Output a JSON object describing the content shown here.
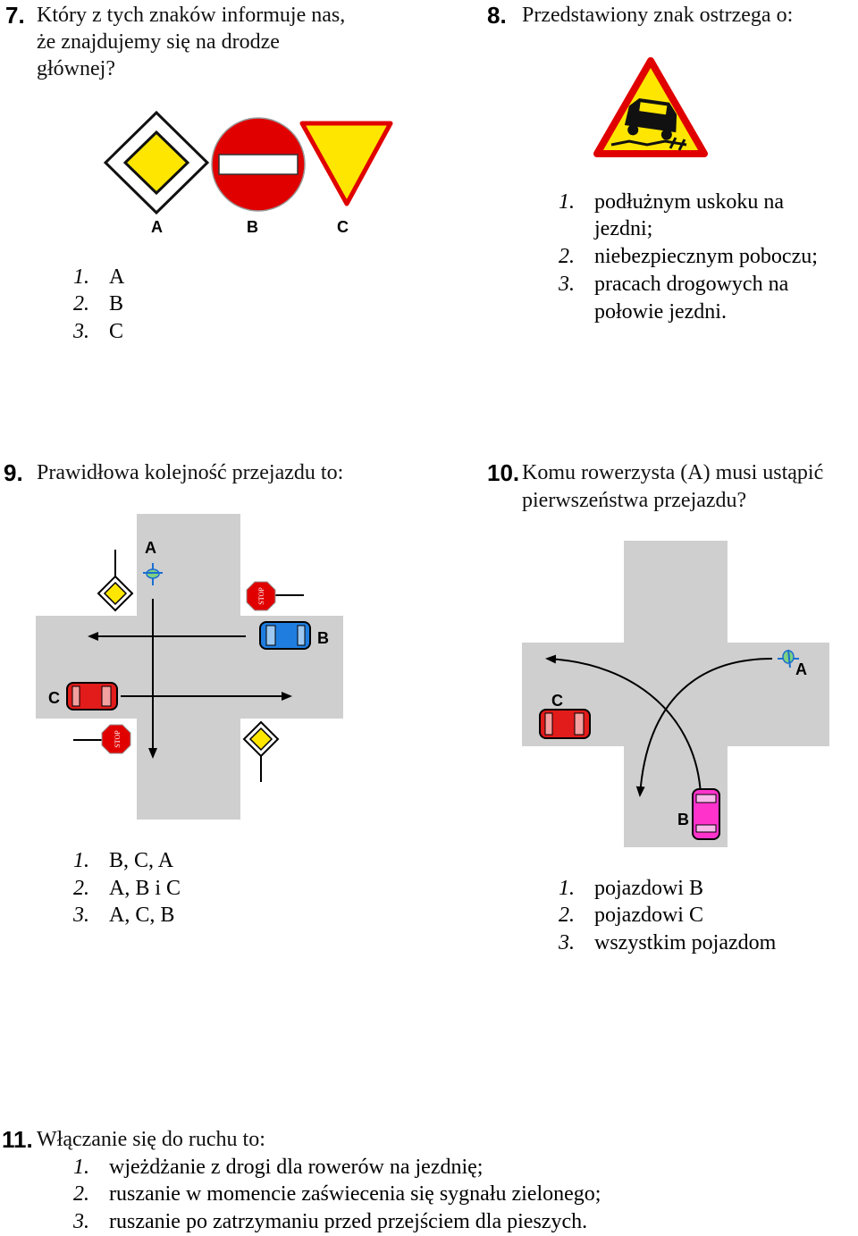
{
  "q7": {
    "number": "7.",
    "lines": [
      "Który z tych znaków informuje nas,",
      "że znajdujemy się na drodze",
      "głównej?"
    ],
    "sign_labels": [
      "A",
      "B",
      "C"
    ],
    "options": [
      {
        "n": "1.",
        "text": "A"
      },
      {
        "n": "2.",
        "text": "B"
      },
      {
        "n": "3.",
        "text": "C"
      }
    ]
  },
  "q8": {
    "number": "8.",
    "lines": [
      "Przedstawiony znak ostrzega o:"
    ],
    "options": [
      {
        "n": "1.",
        "lines": [
          "podłużnym uskoku na",
          "jezdni;"
        ]
      },
      {
        "n": "2.",
        "lines": [
          "niebezpiecznym poboczu;"
        ]
      },
      {
        "n": "3.",
        "lines": [
          "pracach drogowych na",
          "połowie jezdni."
        ]
      }
    ]
  },
  "q9": {
    "number": "9.",
    "lines": [
      "Prawidłowa kolejność przejazdu to:"
    ],
    "diagram_labels": {
      "a": "A",
      "b": "B",
      "c": "C",
      "stop": "STOP"
    },
    "options": [
      {
        "n": "1.",
        "text": "B, C, A"
      },
      {
        "n": "2.",
        "text": "A, B i C"
      },
      {
        "n": "3.",
        "text": "A, C, B"
      }
    ]
  },
  "q10": {
    "number": "10.",
    "lines": [
      "Komu rowerzysta (A) musi ustąpić",
      "pierwszeństwa przejazdu?"
    ],
    "diagram_labels": {
      "a": "A",
      "b": "B",
      "c": "C"
    },
    "options": [
      {
        "n": "1.",
        "text": "pojazdowi B"
      },
      {
        "n": "2.",
        "text": "pojazdowi C"
      },
      {
        "n": "3.",
        "text": "wszystkim pojazdom"
      }
    ]
  },
  "q11": {
    "number": "11.",
    "lines": [
      "Włączanie się do ruchu to:"
    ],
    "options": [
      {
        "n": "1.",
        "text": "wjeżdżanie z drogi dla rowerów na jezdnię;"
      },
      {
        "n": "2.",
        "text": "ruszanie w momencie zaświecenia się sygnału zielonego;"
      },
      {
        "n": "3.",
        "text": "ruszanie po zatrzymaniu przed przejściem dla pieszych."
      }
    ]
  },
  "colors": {
    "road": "#cfcfcf",
    "sign_yellow": "#ffe600",
    "sign_red": "#e00000",
    "car_red": "#e21b1b",
    "car_blue": "#1f7de0",
    "car_pink": "#ff33cc"
  }
}
